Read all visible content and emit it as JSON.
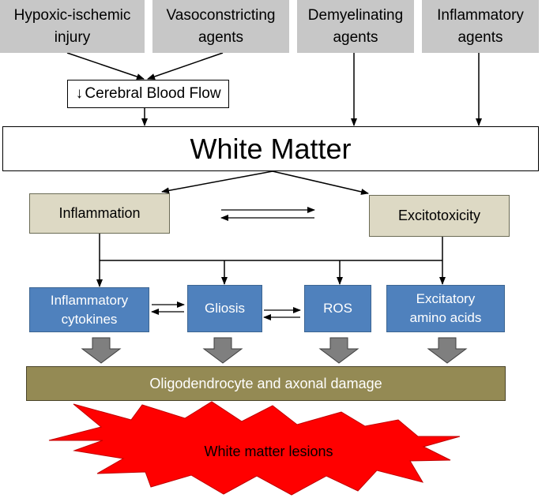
{
  "sources": {
    "hypoxic": "Hypoxic-ischemic\ninjury",
    "vasoconstricting": "Vasoconstricting\nagents",
    "demyelinating": "Demyelinating\nagents",
    "inflammatory_agents": "Inflammatory\nagents"
  },
  "cbf": {
    "arrow": "↓",
    "label": "Cerebral Blood Flow"
  },
  "white_matter": "White Matter",
  "processes": {
    "inflammation": "Inflammation",
    "excitotoxicity": "Excitotoxicity"
  },
  "mediators": {
    "cytokines": "Inflammatory\ncytokines",
    "gliosis": "Gliosis",
    "ros": "ROS",
    "amino_acids": "Excitatory\namino acids"
  },
  "damage": "Oligodendrocyte and axonal damage",
  "lesions": "White matter lesions",
  "colors": {
    "source_fill": "#c7c7c7",
    "beige_fill": "#ddd9c4",
    "blue_fill": "#4f81bd",
    "olive_fill": "#948a54",
    "burst_fill": "#ff0000",
    "big_arrow": "#7f7f7f"
  }
}
